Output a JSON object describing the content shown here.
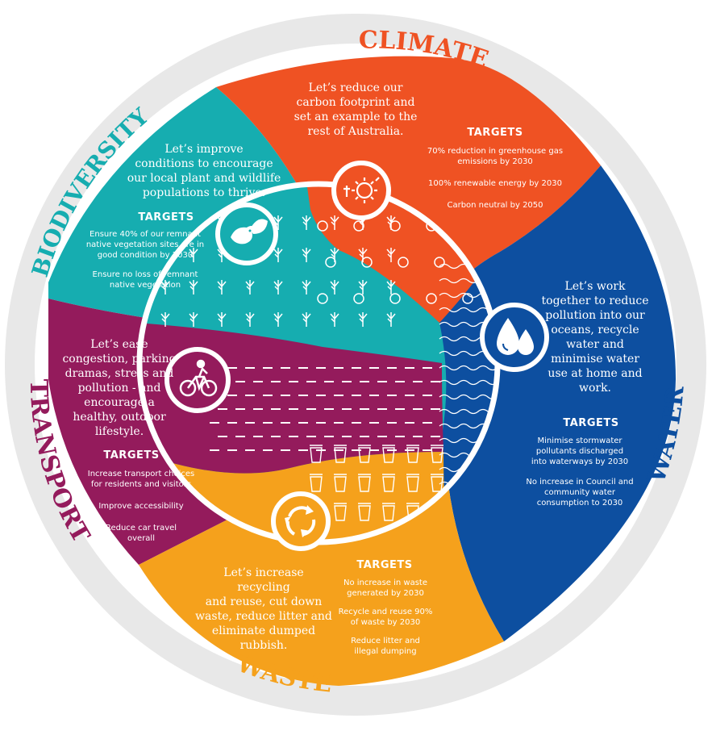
{
  "colors": {
    "ring": "#e8e8e8",
    "climate": "#ef5223",
    "biodiversity": "#16adb0",
    "water": "#0d4fa0",
    "transport": "#941b5c",
    "waste": "#f5a11c"
  },
  "sections": {
    "climate": {
      "title": "CLIMATE",
      "icon": "sun-thermometer-icon",
      "intro": [
        "Let’s reduce our",
        "carbon footprint and",
        "set an example to the",
        "rest of Australia."
      ],
      "targets_heading": "TARGETS",
      "targets": [
        [
          "70% reduction in greenhouse gas",
          "emissions by 2030"
        ],
        [
          "100% renewable energy by 2030"
        ],
        [
          "Carbon neutral by 2050"
        ]
      ]
    },
    "biodiversity": {
      "title": "BIODIVERSITY",
      "icon": "bird-leaf-icon",
      "intro": [
        "Let’s improve",
        "conditions to encourage",
        "our local plant and wildlife",
        "populations to thrive."
      ],
      "targets_heading": "TARGETS",
      "targets": [
        [
          "Ensure 40% of our remnant",
          "native vegetation sites are in",
          "good condition by 2030"
        ],
        [
          "Ensure no loss of remnant",
          "native vegetation"
        ]
      ]
    },
    "water": {
      "title": "WATER",
      "icon": "water-drops-icon",
      "intro": [
        "Let’s work",
        "together to reduce",
        "pollution into our",
        "oceans, recycle",
        "water and",
        "minimise water",
        "use at home and",
        "work."
      ],
      "targets_heading": "TARGETS",
      "targets": [
        [
          "Minimise stormwater",
          "pollutants discharged",
          "into waterways by 2030"
        ],
        [
          "No increase in Council and",
          "community water",
          "consumption to 2030"
        ]
      ]
    },
    "transport": {
      "title": "TRANSPORT",
      "icon": "cyclist-icon",
      "intro": [
        "Let’s ease",
        "congestion, parking",
        "dramas, stress and",
        "pollution - and",
        "encourage a",
        "healthy, outdoor",
        "lifestyle."
      ],
      "targets_heading": "TARGETS",
      "targets": [
        [
          "Increase transport choices",
          "for residents and visitors"
        ],
        [
          "Improve accessibility"
        ],
        [
          "Reduce car travel",
          "overall"
        ]
      ]
    },
    "waste": {
      "title": "WASTE",
      "icon": "recycle-arrows-icon",
      "intro": [
        "Let’s increase",
        "recycling",
        "and reuse, cut down",
        "waste, reduce litter and",
        "eliminate dumped",
        "rubbish."
      ],
      "targets_heading": "TARGETS",
      "targets": [
        [
          "No increase in waste",
          "generated by 2030"
        ],
        [
          "Recycle and reuse 90%",
          "of waste by 2030"
        ],
        [
          "Reduce litter and",
          "illegal dumping"
        ]
      ]
    }
  }
}
